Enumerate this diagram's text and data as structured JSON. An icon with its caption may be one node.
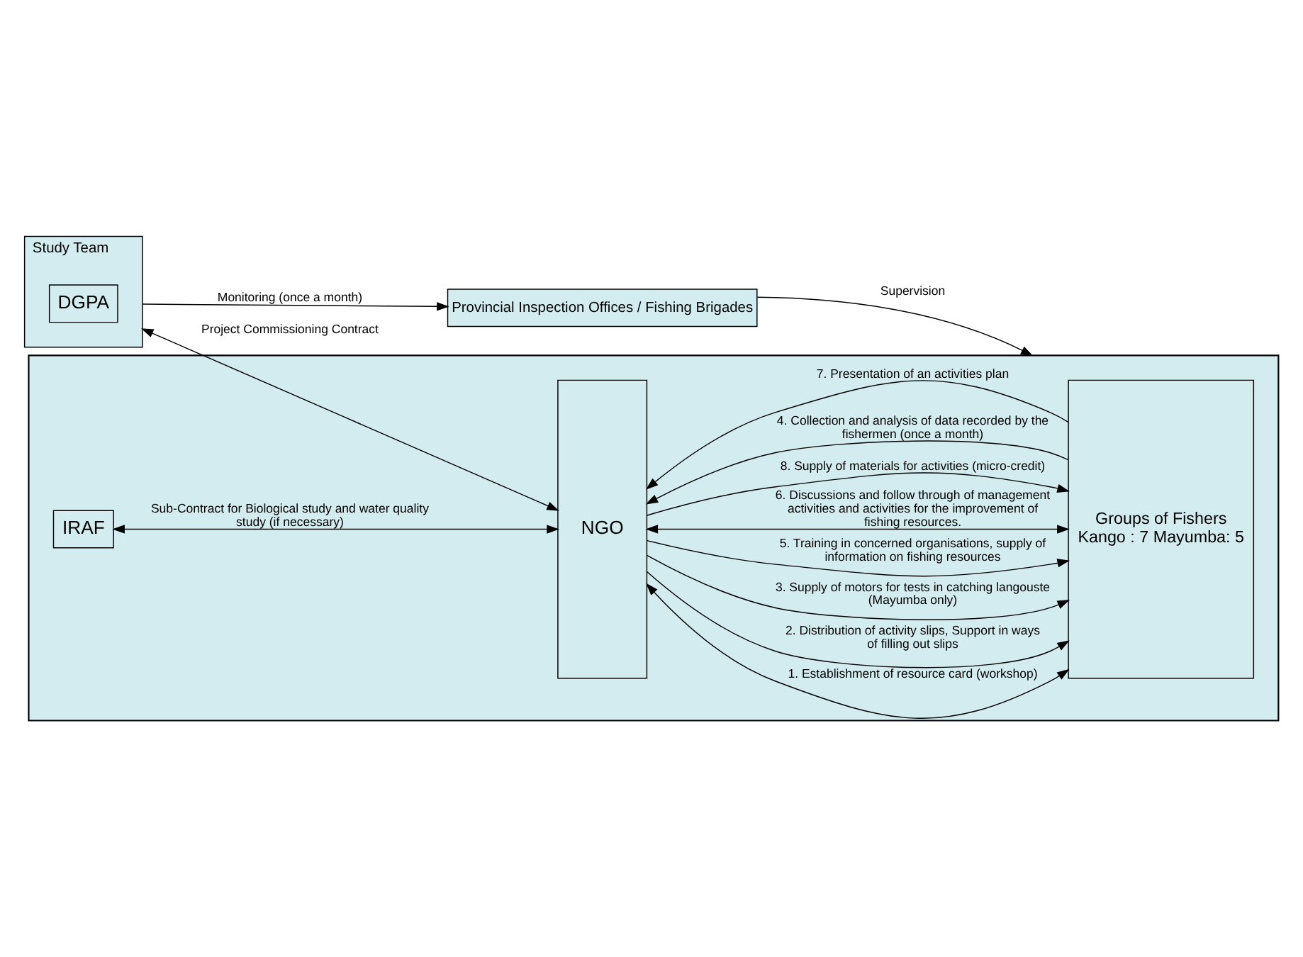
{
  "diagram": {
    "nodes": [
      {
        "text": [
          "Study Team"
        ]
      },
      {
        "text": [
          "DGPA"
        ],
        "in": 0
      },
      {
        "text": [
          "Provincial Inspection Offices / Fishing Brigades"
        ]
      },
      {
        "text": [],
        "shape": "box"
      },
      {
        "text": [
          "NGO"
        ],
        "in": 3
      },
      {
        "text": [
          "Groups of Fishers",
          "Kango : 7 Mayumba: 5"
        ],
        "in": 3
      },
      {
        "text": [
          "IRAF"
        ],
        "in": 3
      }
    ],
    "edges": [
      {
        "from": 0,
        "to": 2,
        "arrow": "to",
        "label": "Monitoring (once a month)"
      },
      {
        "from": 0,
        "to": 4,
        "arrow": "both",
        "label": "Project Commissioning Contract"
      },
      {
        "from": 2,
        "to": 3,
        "arrow": "to",
        "label": "Supervision"
      },
      {
        "from": 4,
        "to": 5,
        "arrow": "both",
        "label": "1. Establishment of resource card (workshop)"
      },
      {
        "from": 4,
        "to": 5,
        "arrow": "to",
        "label": "2. Distribution of activity slips, Support in ways of filling out slips"
      },
      {
        "from": 4,
        "to": 5,
        "arrow": "to",
        "label": "3. Supply of motors for tests in catching langouste (Mayumba only)"
      },
      {
        "from": 5,
        "to": 4,
        "arrow": "to",
        "label": "4. Collection and analysis of data recorded by the fishermen (once a month)"
      },
      {
        "from": 4,
        "to": 5,
        "arrow": "to",
        "label": "5. Training in concerned organisations, supply of information on fishing resources"
      },
      {
        "from": 4,
        "to": 5,
        "arrow": "both",
        "label": "6. Discussions and follow through of management activities and activities for the improvement of fishing resources."
      },
      {
        "from": 5,
        "to": 4,
        "arrow": "to",
        "label": "7. Presentation of an activities plan"
      },
      {
        "from": 4,
        "to": 5,
        "arrow": "to",
        "label": "8. Supply of materials for activities (micro-credit)"
      },
      {
        "from": 4,
        "to": 6,
        "arrow": "both",
        "label": "Sub-Contract for Biological study and water quality study (if necessary)"
      }
    ]
  }
}
